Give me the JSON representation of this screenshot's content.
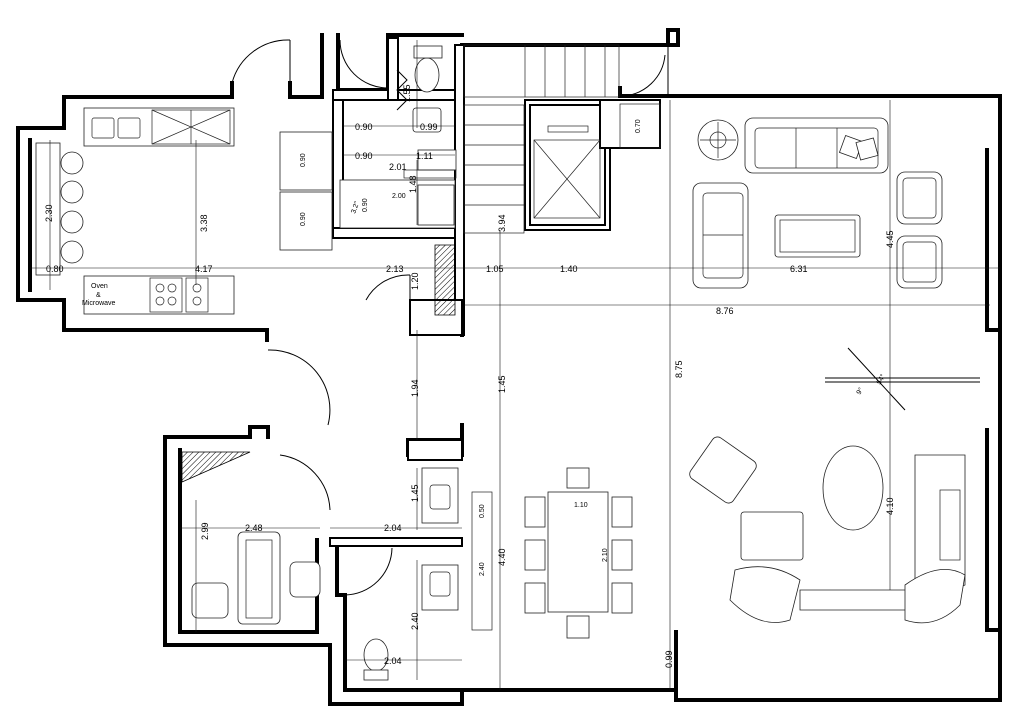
{
  "dimensions": {
    "kitchen_width": "2.30",
    "kitchen_depth": "3.38",
    "kitchen_length": "4.17",
    "kitchen_bar": "0.80",
    "hall_2_13": "2.13",
    "wc_top": "1.55",
    "wc_090a": "0.90",
    "wc_090b": "0.99",
    "corridor_090": "0.90",
    "corridor_201": "2.01",
    "corridor_111": "1.11",
    "corridor_148": "1.48",
    "laundry_090": "0.90",
    "laundry_200": "2.00",
    "laundry_32": "3.2\"",
    "closet_090": "0.90",
    "closet_090b": "0.90",
    "stair_070": "0.70",
    "stair_394": "3.94",
    "stair_120": "1.20",
    "liv_105": "1.05",
    "liv_140": "1.40",
    "liv_631": "6.31",
    "liv_876": "8.76",
    "liv_445": "4.45",
    "liv_875": "8.75",
    "liv_410": "4.10",
    "liv_099": "0.99",
    "liv_145": "1.45",
    "liv_440": "4.40",
    "corr_194": "1.94",
    "bath_145": "1.45",
    "bath_204a": "2.04",
    "bath_240": "2.40",
    "bath_204b": "2.04",
    "bath_050": "0.50",
    "bath_240b": "2.40",
    "office_299": "2.99",
    "office_248": "2.48",
    "dining_110": "1.10",
    "dining_210": "2.10",
    "angle_a": "9°",
    "angle_b": "54°"
  },
  "labels": {
    "oven_line1": "Oven",
    "oven_line2": "&",
    "oven_line3": "Microwave"
  }
}
